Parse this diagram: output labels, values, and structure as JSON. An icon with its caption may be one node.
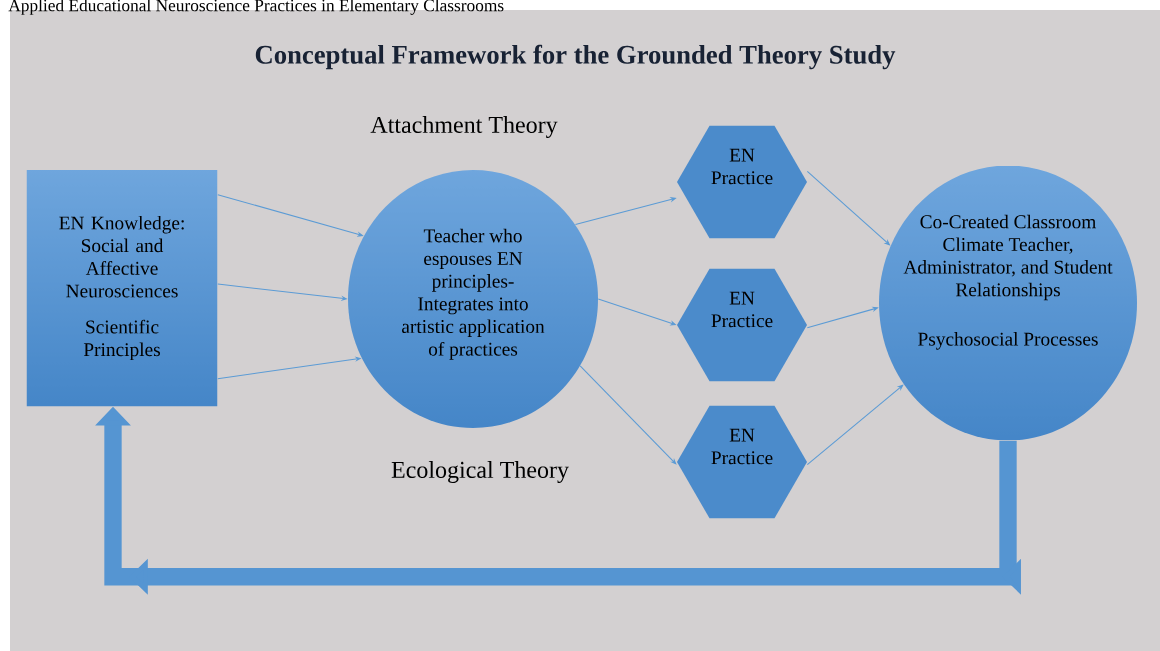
{
  "diagram": {
    "title": "Conceptual Framework for the Grounded Theory Study",
    "nodes": [
      {
        "text": [
          "EN Knowledge: Social and Affective Neurosciences",
          "Scientific Principles"
        ]
      },
      {
        "text": [
          "Teacher who espouses EN principles- Integrates into artistic application of practices"
        ]
      },
      {
        "text": [
          "EN Practice"
        ]
      },
      {
        "text": [
          "EN Practice"
        ]
      },
      {
        "text": [
          "EN Practice"
        ]
      },
      {
        "text": [
          "Co-Created Classroom Climate Teacher, Administrator, and Student Relationships",
          "Psychosocial Processes"
        ]
      }
    ],
    "edges": [
      {
        "from": 0,
        "to": 1,
        "arrow": "to"
      },
      {
        "from": 0,
        "to": 1,
        "arrow": "to"
      },
      {
        "from": 0,
        "to": 1,
        "arrow": "to"
      },
      {
        "from": 1,
        "to": 2,
        "arrow": "to"
      },
      {
        "from": 1,
        "to": 3,
        "arrow": "to"
      },
      {
        "from": 1,
        "to": 4,
        "arrow": "to"
      },
      {
        "from": 2,
        "to": 5,
        "arrow": "to"
      },
      {
        "from": 3,
        "to": 5,
        "arrow": "to"
      },
      {
        "from": 4,
        "to": 5,
        "arrow": "to"
      },
      {
        "from": 5,
        "to": 0,
        "arrow": "to",
        "style": "thick"
      }
    ],
    "labels": [
      "Applied Educational Neuroscience Practices in Elementary Classrooms",
      "Attachment Theory",
      "Ecological Theory"
    ]
  }
}
